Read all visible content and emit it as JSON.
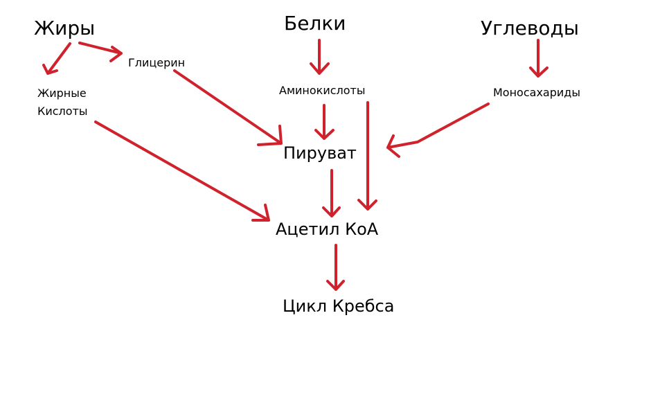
{
  "diagram": {
    "arrow_color": "#d0222c",
    "nodes": {
      "fats": "Жиры",
      "proteins": "Белки",
      "carbohydrates": "Углеводы",
      "glycerol": "Глицерин",
      "fatty_acids": "Жирные\nКислоты",
      "amino_acids": "Аминокислоты",
      "monosaccharides": "Моносахариды",
      "pyruvate": "Пируват",
      "acetyl_coa": "Ацетил КоА",
      "krebs_cycle": "Цикл Кребса"
    },
    "edges": [
      {
        "from": "fats",
        "to": "fatty_acids"
      },
      {
        "from": "fats",
        "to": "glycerol"
      },
      {
        "from": "proteins",
        "to": "amino_acids"
      },
      {
        "from": "carbohydrates",
        "to": "monosaccharides"
      },
      {
        "from": "glycerol",
        "to": "pyruvate"
      },
      {
        "from": "amino_acids",
        "to": "pyruvate"
      },
      {
        "from": "amino_acids",
        "to": "acetyl_coa"
      },
      {
        "from": "monosaccharides",
        "to": "pyruvate"
      },
      {
        "from": "fatty_acids",
        "to": "acetyl_coa"
      },
      {
        "from": "pyruvate",
        "to": "acetyl_coa"
      },
      {
        "from": "acetyl_coa",
        "to": "krebs_cycle"
      }
    ]
  }
}
